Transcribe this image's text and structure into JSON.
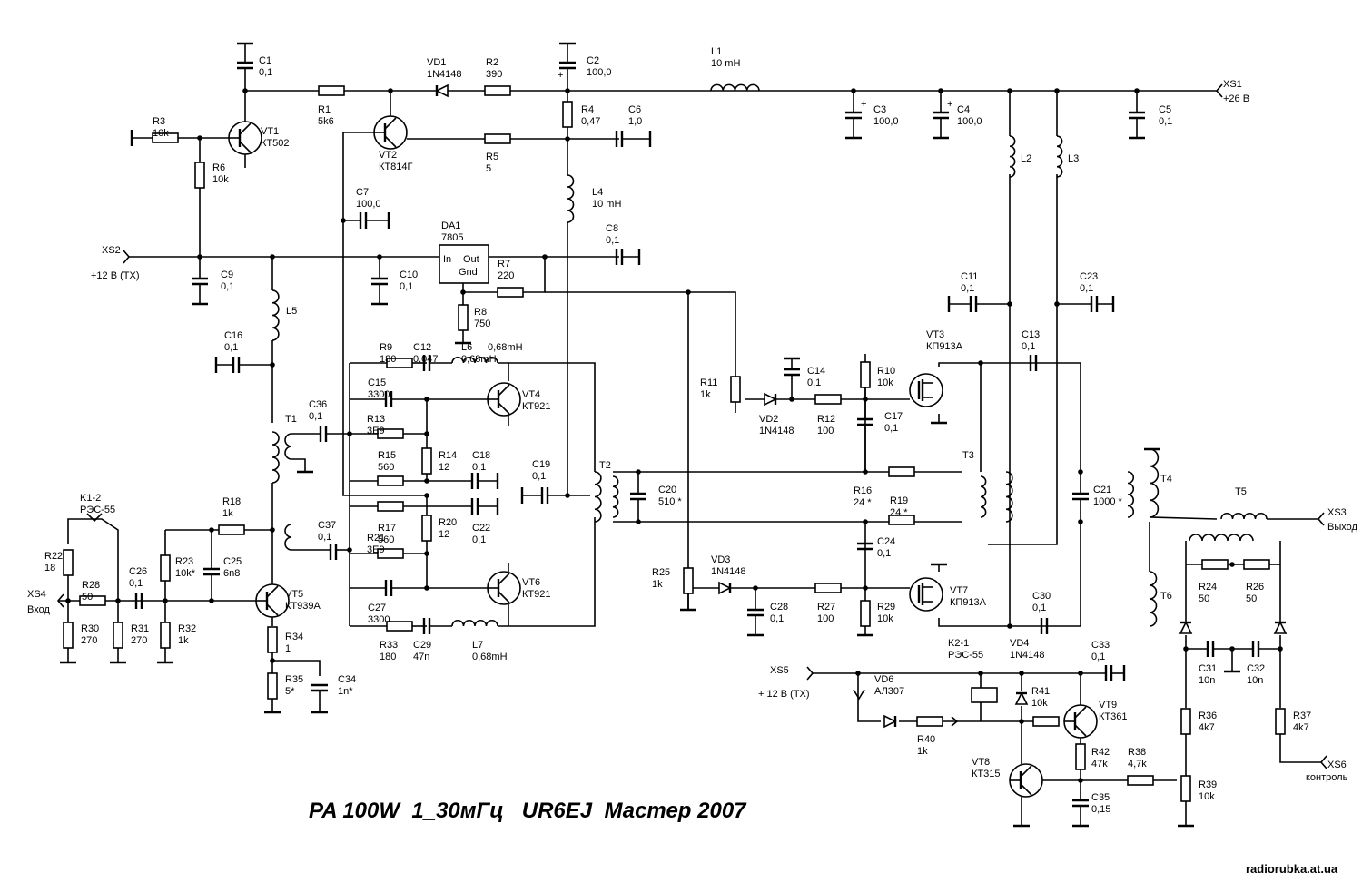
{
  "title": "PA 100W  1_30мГц   UR6EJ  Мастер 2007",
  "watermark": "radiorubka.at.ua",
  "connectors": [
    {
      "ref": "XS1",
      "label": "+26 В"
    },
    {
      "ref": "XS2",
      "label": "+12 В (ТХ)"
    },
    {
      "ref": "XS3",
      "label": "Выход"
    },
    {
      "ref": "XS4",
      "label": "Вход"
    },
    {
      "ref": "XS5",
      "label": "+ 12 В (ТХ)"
    },
    {
      "ref": "XS6",
      "label": "контроль"
    }
  ],
  "components": {
    "C1": [
      "C1",
      "0,1"
    ],
    "C2": [
      "C2",
      "100,0"
    ],
    "C3": [
      "C3",
      "100,0"
    ],
    "C4": [
      "C4",
      "100,0"
    ],
    "C5": [
      "C5",
      "0,1"
    ],
    "C6": [
      "C6",
      "1,0"
    ],
    "C7": [
      "C7",
      "100,0"
    ],
    "C8": [
      "C8",
      "0,1"
    ],
    "C9": [
      "C9",
      "0,1"
    ],
    "C10": [
      "C10",
      "0,1"
    ],
    "C11": [
      "C11",
      "0,1"
    ],
    "C12": [
      "C12",
      "0,047"
    ],
    "C13": [
      "C13",
      "0,1"
    ],
    "C14": [
      "C14",
      "0,1"
    ],
    "C15": [
      "C15",
      "3300"
    ],
    "C16": [
      "C16",
      "0,1"
    ],
    "C17": [
      "C17",
      "0,1"
    ],
    "C18": [
      "C18",
      "0,1"
    ],
    "C19": [
      "C19",
      "0,1"
    ],
    "C20": [
      "C20",
      "510 *"
    ],
    "C21": [
      "C21",
      "1000 *"
    ],
    "C22": [
      "C22",
      "0,1"
    ],
    "C23": [
      "C23",
      "0,1"
    ],
    "C24": [
      "C24",
      "0,1"
    ],
    "C25": [
      "C25",
      "6n8"
    ],
    "C26": [
      "C26",
      "0,1"
    ],
    "C27": [
      "C27",
      "3300"
    ],
    "C28": [
      "C28",
      "0,1"
    ],
    "C29": [
      "C29",
      "47n"
    ],
    "C30": [
      "C30",
      "0,1"
    ],
    "C31": [
      "C31",
      "10n"
    ],
    "C32": [
      "C32",
      "10n"
    ],
    "C33": [
      "C33",
      "0,1"
    ],
    "C34": [
      "C34",
      "1n*"
    ],
    "C35": [
      "C35",
      "0,15"
    ],
    "C36": [
      "C36",
      "0,1"
    ],
    "C37": [
      "C37",
      "0,1"
    ],
    "R1": [
      "R1",
      "5k6"
    ],
    "R2": [
      "R2",
      "390"
    ],
    "R3": [
      "R3",
      "10k"
    ],
    "R4": [
      "R4",
      "0,47"
    ],
    "R5": [
      "R5",
      "5"
    ],
    "R6": [
      "R6",
      "10k"
    ],
    "R7": [
      "R7",
      "220"
    ],
    "R8": [
      "R8",
      "750"
    ],
    "R9": [
      "R9",
      "180"
    ],
    "R10": [
      "R10",
      "10k"
    ],
    "R11": [
      "R11",
      "1k"
    ],
    "R12": [
      "R12",
      "100"
    ],
    "R13": [
      "R13",
      "3E9"
    ],
    "R14": [
      "R14",
      "12"
    ],
    "R15": [
      "R15",
      "560"
    ],
    "R16": [
      "R16",
      "24 *"
    ],
    "R17": [
      "R17",
      "560"
    ],
    "R18": [
      "R18",
      "1k"
    ],
    "R19": [
      "R19",
      "24 *"
    ],
    "R20": [
      "R20",
      "12"
    ],
    "R21": [
      "R21",
      "3E9"
    ],
    "R22": [
      "R22",
      "18"
    ],
    "R23": [
      "R23",
      "10k*"
    ],
    "R24": [
      "R24",
      "50"
    ],
    "R25": [
      "R25",
      "1k"
    ],
    "R26": [
      "R26",
      "50"
    ],
    "R27": [
      "R27",
      "100"
    ],
    "R28": [
      "R28",
      "50"
    ],
    "R29": [
      "R29",
      "10k"
    ],
    "R30": [
      "R30",
      "270"
    ],
    "R31": [
      "R31",
      "270"
    ],
    "R32": [
      "R32",
      "1k"
    ],
    "R33": [
      "R33",
      "180"
    ],
    "R34": [
      "R34",
      "1"
    ],
    "R35": [
      "R35",
      "5*"
    ],
    "R36": [
      "R36",
      "4k7"
    ],
    "R37": [
      "R37",
      "4k7"
    ],
    "R38": [
      "R38",
      "4,7k"
    ],
    "R39": [
      "R39",
      "10k"
    ],
    "R40": [
      "R40",
      "1k"
    ],
    "R41": [
      "R41",
      "10k"
    ],
    "R42": [
      "R42",
      "47k"
    ],
    "L1": [
      "L1",
      "10 mH"
    ],
    "L4": [
      "L4",
      "10 mH"
    ],
    "L6": [
      "L6",
      "0,68mH"
    ],
    "L7": [
      "L7",
      "0,68mH"
    ],
    "VT1": [
      "VT1",
      "КТ502"
    ],
    "VT2": [
      "VT2",
      "КТ814Г"
    ],
    "VT3": [
      "VT3",
      "КП913А"
    ],
    "VT4": [
      "VT4",
      "КТ921"
    ],
    "VT5": [
      "VT5",
      "КТ939А"
    ],
    "VT6": [
      "VT6",
      "КТ921"
    ],
    "VT7": [
      "VT7",
      "КП913А"
    ],
    "VT8": [
      "VT8",
      "КТ315"
    ],
    "VT9": [
      "VT9",
      "КТ361"
    ],
    "VD1": [
      "VD1",
      "1N4148"
    ],
    "VD2": [
      "VD2",
      "1N4148"
    ],
    "VD3": [
      "VD3",
      "1N4148"
    ],
    "VD4": [
      "VD4",
      "1N4148"
    ],
    "VD6": [
      "VD6",
      "АЛ307"
    ],
    "DA1": [
      "DA1",
      "7805"
    ],
    "K1": [
      "K1-2",
      "РЭС-55"
    ],
    "K2": [
      "K2-1",
      "РЭС-55"
    ]
  },
  "plain": [
    "L2",
    "L3",
    "L5",
    "T1",
    "T2",
    "T3",
    "T4",
    "T5",
    "T6"
  ],
  "da1_pins": {
    "in": "In",
    "out": "Out",
    "gnd": "Gnd"
  }
}
